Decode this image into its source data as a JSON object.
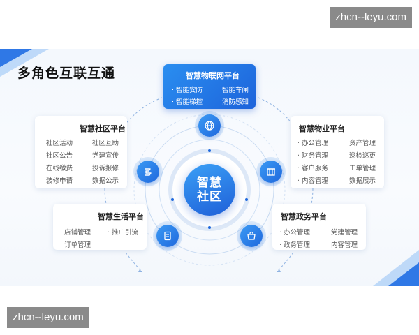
{
  "watermark": {
    "top": "zhcn--leyu.com",
    "bottom": "zhcn--leyu.com"
  },
  "heading": "多角色互联互通",
  "hub": {
    "line1": "智慧",
    "line2": "社区"
  },
  "platforms": {
    "iot": {
      "title": "智慧物联网平台",
      "items": [
        "智能安防",
        "智能车闸",
        "智能梯控",
        "消防感知"
      ]
    },
    "community": {
      "title": "智慧社区平台",
      "items": [
        "社区活动",
        "社区互助",
        "社区公告",
        "党建宣传",
        "在线缴费",
        "投诉报修",
        "装修申请",
        "数据公示"
      ]
    },
    "property": {
      "title": "智慧物业平台",
      "items": [
        "办公管理",
        "资产管理",
        "财务管理",
        "巡检巡更",
        "客户服务",
        "工单管理",
        "内容管理",
        "数据展示"
      ]
    },
    "life": {
      "title": "智慧生活平台",
      "items": [
        "店铺管理",
        "推广引流",
        "订单管理"
      ]
    },
    "government": {
      "title": "智慧政务平台",
      "items": [
        "办公管理",
        "党建管理",
        "政务管理",
        "内容管理"
      ]
    }
  },
  "icons": {
    "top": "globe-icon",
    "left": "service-icon",
    "right": "building-icon",
    "bottom_left": "document-icon",
    "bottom_right": "shopping-bag-icon"
  },
  "colors": {
    "accent": "#1f68dd",
    "accent_light": "#3b9af4",
    "heading": "#111111"
  }
}
